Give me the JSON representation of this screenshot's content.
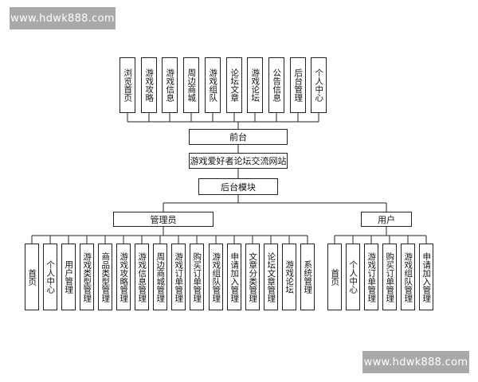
{
  "watermark_top": "www.hdwk888.com",
  "watermark_bottom": "www.hdwk888.com",
  "front_modules": [
    "浏览首页",
    "游戏攻略",
    "游戏信息",
    "周边商城",
    "游戏组队",
    "论坛文章",
    "游戏论坛",
    "公告信息",
    "后台管理",
    "个人中心"
  ],
  "front_label": "前台",
  "site_label": "游戏爱好者论坛交流网站",
  "backend_label": "后台模块",
  "admin_label": "管理员",
  "user_label": "用户",
  "admin_modules": [
    "首页",
    "个人中心",
    "用户管理",
    "游戏类型管理",
    "商品类型管理",
    "游戏攻略管理",
    "游戏信息管理",
    "周边商城管理",
    "游戏订单管理",
    "购买订单管理",
    "游戏组队管理",
    "申请加入管理",
    "文章分类管理",
    "论坛文章管理",
    "游戏论坛",
    "系统管理"
  ],
  "user_modules": [
    "首页",
    "个人中心",
    "游戏订单管理",
    "购买订单管理",
    "游戏组队管理",
    "申请加入管理"
  ]
}
